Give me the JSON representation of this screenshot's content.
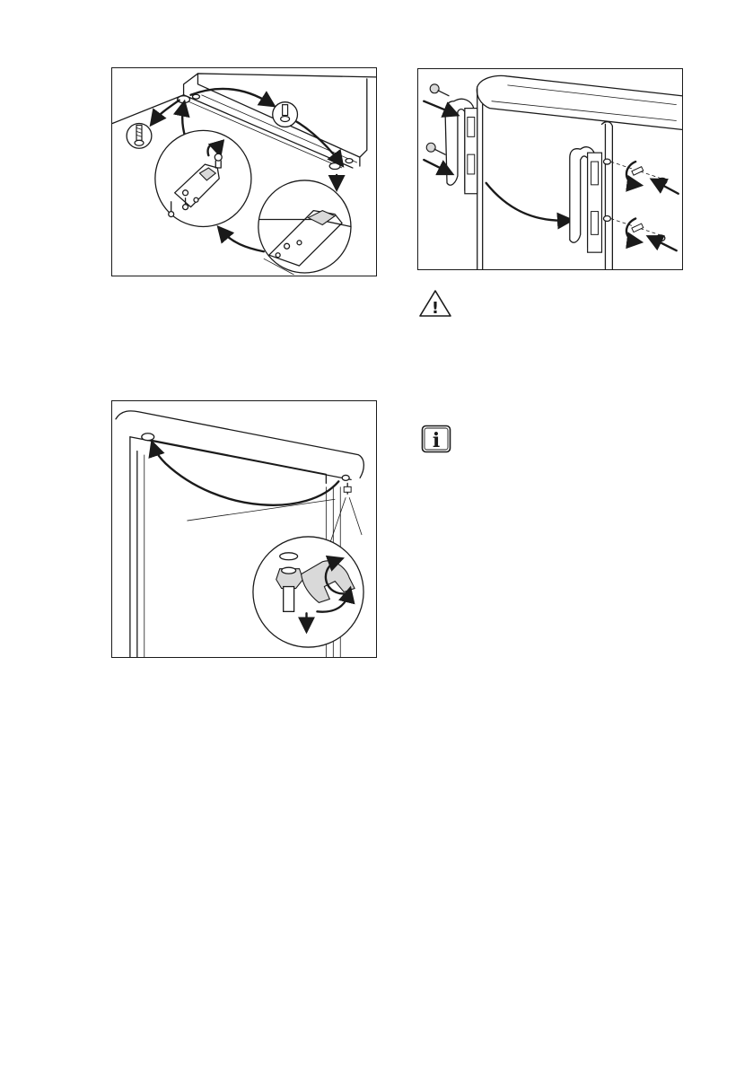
{
  "figures": [
    {
      "id": "hinge-reassembly",
      "icons": [
        "screw-icon",
        "hinge-bracket-icon",
        "curved-arrow-icon"
      ]
    },
    {
      "id": "handle-transfer",
      "icons": [
        "screw-icon",
        "handle-icon",
        "curved-arrow-icon",
        "plug-cap-icon"
      ]
    },
    {
      "id": "hinge-pin-turn",
      "icons": [
        "hinge-pin-icon",
        "wrench-icon",
        "curved-arrow-icon",
        "washer-icon"
      ]
    }
  ],
  "notices": [
    {
      "type": "warning",
      "icon": "warning-triangle-icon",
      "symbol": "!"
    },
    {
      "type": "info",
      "icon": "info-icon",
      "symbol": "i"
    }
  ],
  "colors": {
    "line": "#1a1a1a",
    "background": "#ffffff",
    "shade": "#d9d9d9"
  }
}
